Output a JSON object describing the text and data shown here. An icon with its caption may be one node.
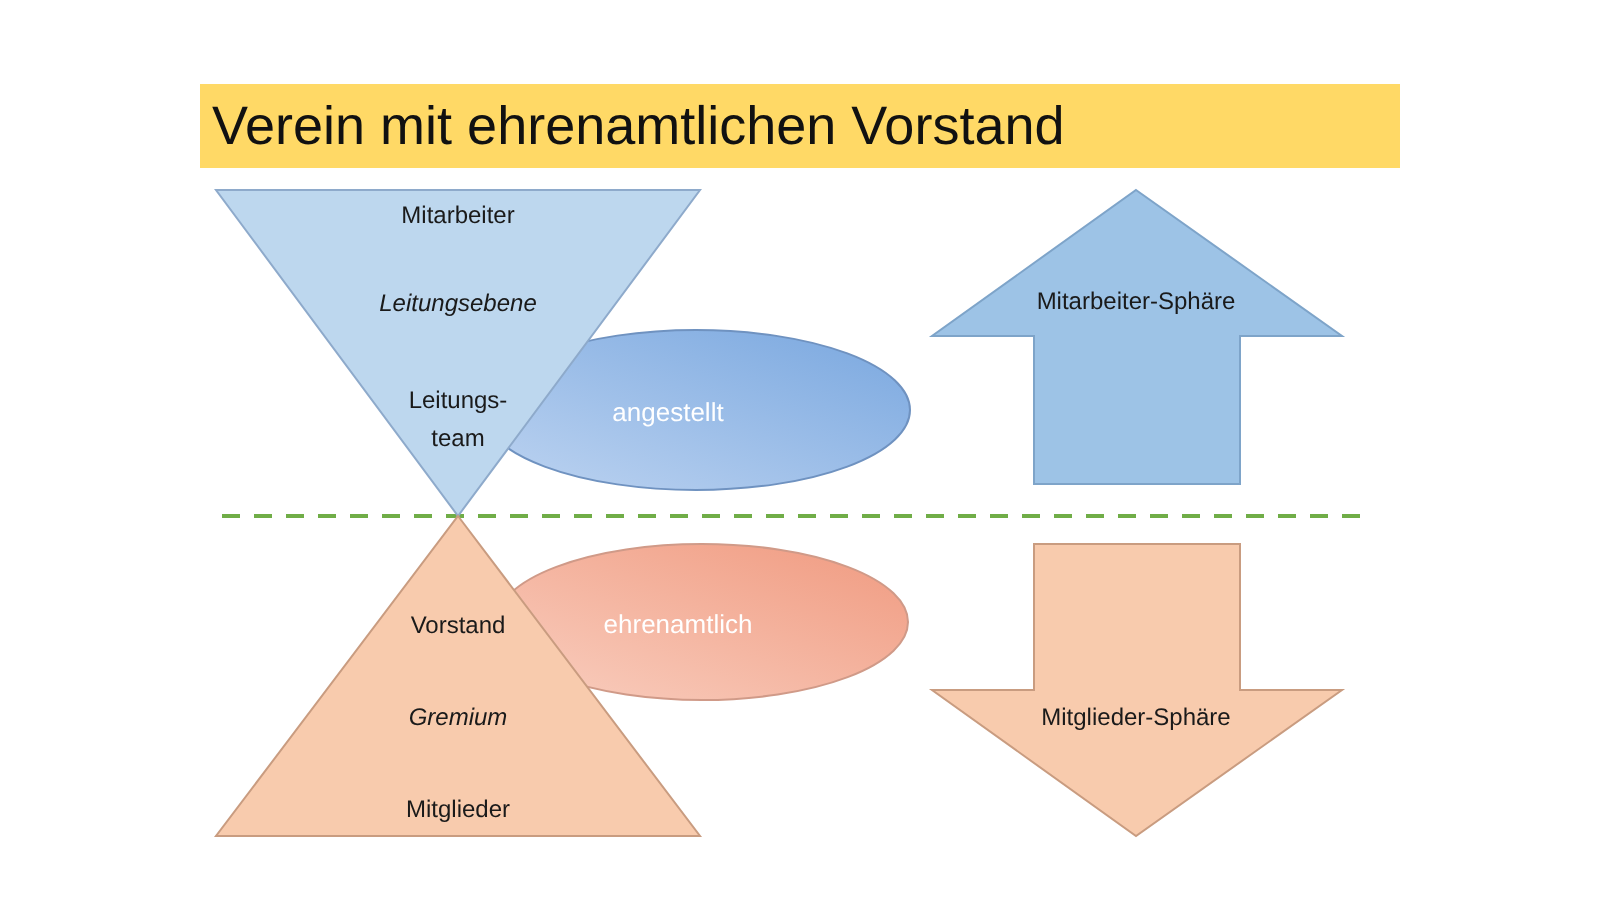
{
  "diagram": {
    "title": "Verein mit ehrenamtlichen Vorstand",
    "nodes": [
      {
        "text": [
          "Mitarbeiter",
          "Leitungsebene",
          "Leitungs- team"
        ]
      },
      {
        "text": [
          "angestellt"
        ]
      },
      {
        "text": [
          "Mitarbeiter-Sphäre"
        ]
      },
      {
        "text": [
          "Vorstand",
          "Gremium",
          "Mitglieder"
        ]
      },
      {
        "text": [
          "ehrenamtlich"
        ]
      },
      {
        "text": [
          "Mitglieder-Sphäre"
        ]
      }
    ],
    "edges": []
  }
}
